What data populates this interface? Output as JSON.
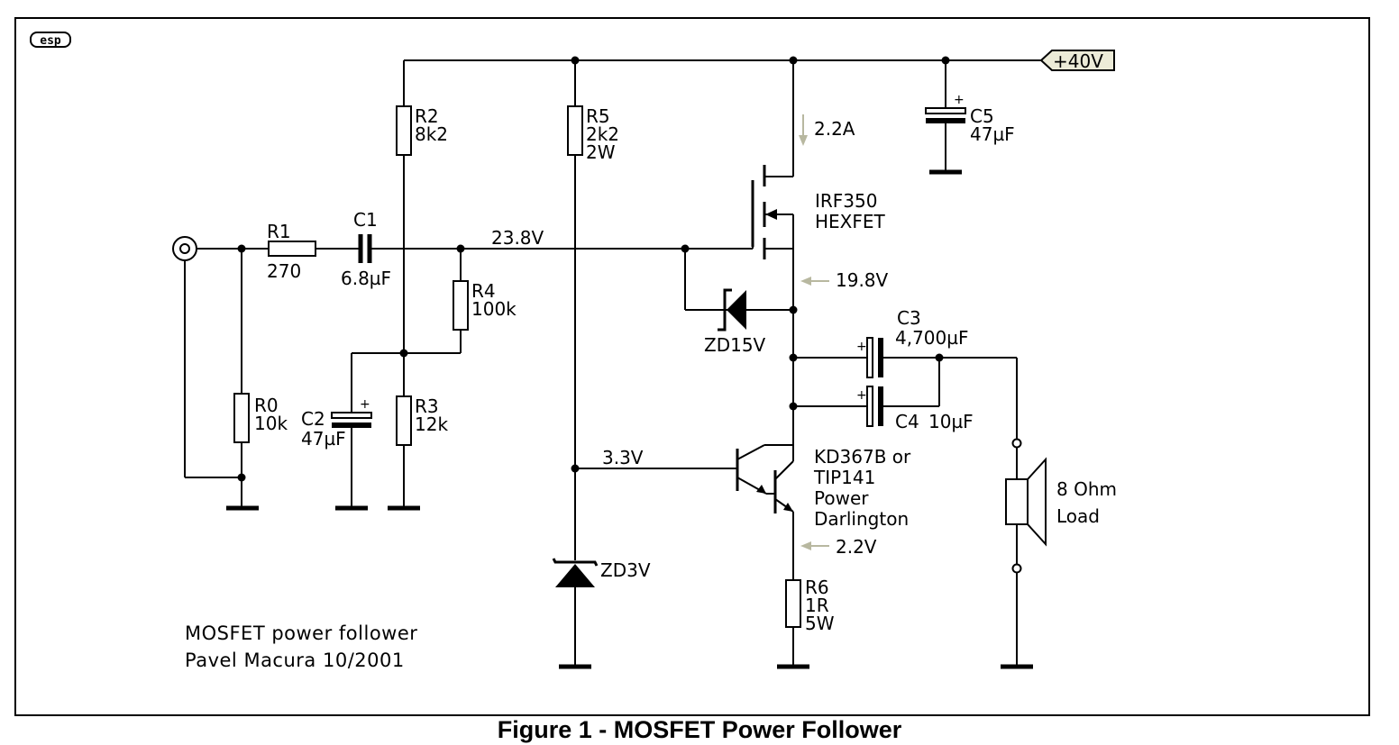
{
  "caption": "Figure 1 - MOSFET Power Follower",
  "logo": "esp",
  "supply": "+40V",
  "notes": [
    "MOSFET power follower",
    "Pavel Macura  10/2001"
  ],
  "components": {
    "R0": [
      "R0",
      "10k"
    ],
    "R1": [
      "R1",
      "270"
    ],
    "R2": [
      "R2",
      "8k2"
    ],
    "R3": [
      "R3",
      "12k"
    ],
    "R4": [
      "R4",
      "100k"
    ],
    "R5": [
      "R5",
      "2k2",
      "2W"
    ],
    "R6": [
      "R6",
      "1R",
      "5W"
    ],
    "C1": [
      "C1",
      "6.8µF"
    ],
    "C2": [
      "C2",
      "47µF"
    ],
    "C3": [
      "C3",
      "4,700µF"
    ],
    "C4": [
      "C4",
      "10µF"
    ],
    "C5": [
      "C5",
      "47µF"
    ],
    "Q1": [
      "IRF350",
      "HEXFET"
    ],
    "Q2": [
      "KD367B or",
      "TIP141",
      "Power",
      "Darlington"
    ],
    "ZD1": "ZD15V",
    "ZD2": "ZD3V",
    "load": [
      "8 Ohm",
      "Load"
    ]
  },
  "measurements": {
    "drain_current": "2.2A",
    "gate_voltage": "23.8V",
    "source_voltage": "19.8V",
    "base_voltage": "3.3V",
    "emitter_voltage": "2.2V"
  }
}
